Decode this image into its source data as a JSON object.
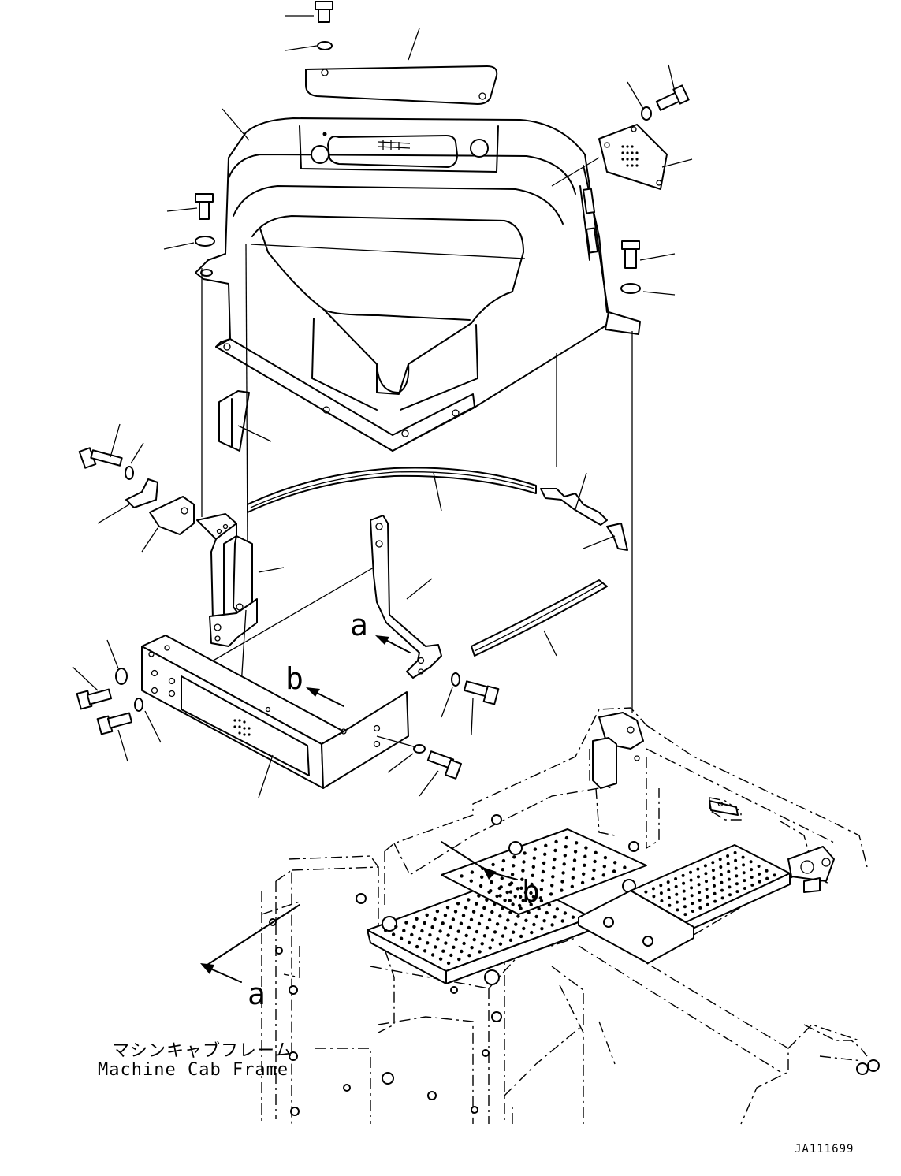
{
  "labels": {
    "arrow_a_upper": "a",
    "arrow_b_upper": "b",
    "arrow_b_lower": "b",
    "arrow_a_lower": "a"
  },
  "caption": {
    "japanese": "マシンキャブフレーム",
    "english": "Machine Cab Frame"
  },
  "drawing_id": "JA111699"
}
